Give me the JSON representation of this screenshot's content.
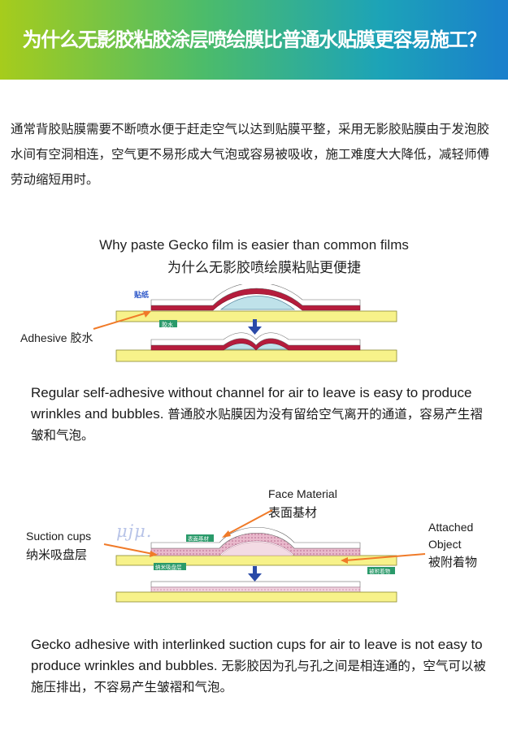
{
  "header": {
    "title": "为什么无影胶粘胶涂层喷绘膜比普通水贴膜更容易施工？",
    "colors": {
      "left": "#a6cc1c",
      "right": "#1a7fcc"
    }
  },
  "intro": {
    "text": "通常背胶贴膜需要不断喷水便于赶走空气以达到贴膜平整，采用无影胶贴膜由于发泡胶水间有空洞相连，空气更不易形成大气泡或容易被吸收，施工难度大大降低，减轻师傅劳动缩短用时。"
  },
  "figure1": {
    "title_en": "Why paste Gecko film is easier than common films",
    "title_zh": "为什么无影胶喷绘膜粘贴更便捷",
    "label_sticker": "贴纸",
    "label_glue": "胶水",
    "adhesive_label": "Adhesive 胶水",
    "caption_en": "Regular self-adhesive without channel for air to leave is easy to produce wrinkles and bubbles.",
    "caption_zh": "普通胶水贴膜因为没有留给空气离开的通道，容易产生褶皱和气泡。"
  },
  "figure2": {
    "face_material_en": "Face Material",
    "face_material_zh": "表面基材",
    "suction_en": "Suction cups",
    "suction_zh": "纳米吸盘层",
    "attached_en_1": "Attached",
    "attached_en_2": "Object",
    "attached_zh": "被附着物",
    "watermark": "μjμ.",
    "tag_face": "表面基材",
    "tag_suction": "纳米吸盘层",
    "tag_attached": "被附着物",
    "caption_en": "Gecko adhesive with interlinked suction cups for air to leave is not easy to produce wrinkles and bubbles.",
    "caption_zh": "无影胶因为孔与孔之间是相连通的，空气可以被施压排出，不容易产生皱褶和气泡。"
  }
}
